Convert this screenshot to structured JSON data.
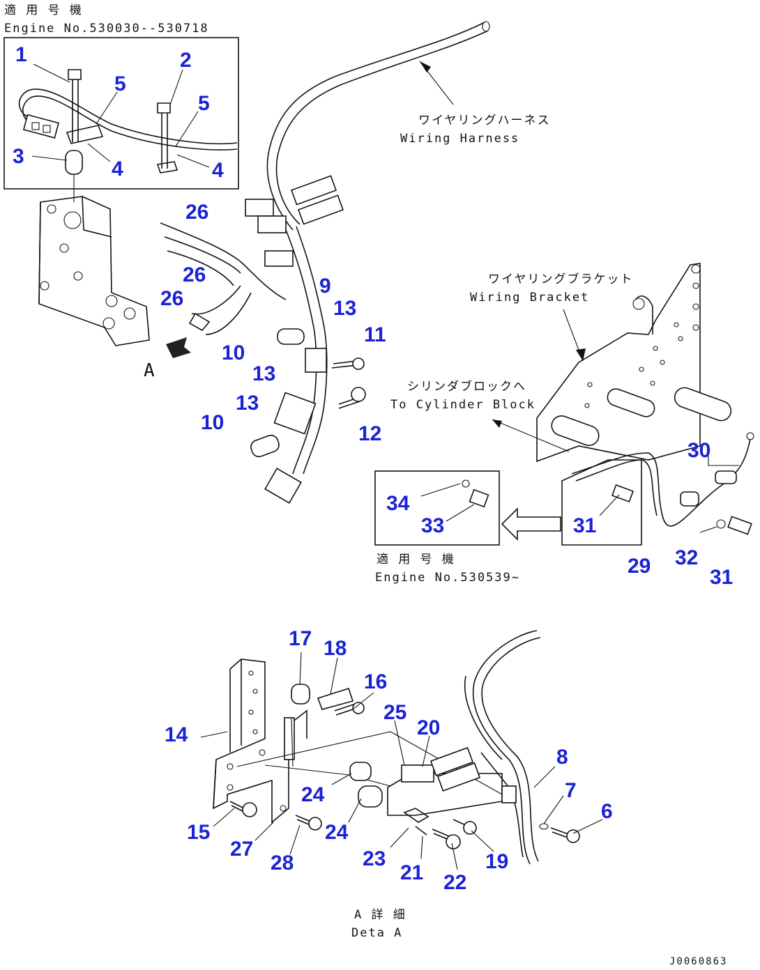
{
  "header": {
    "applicable_jp": "適 用 号 機",
    "engine_range": "Engine No.530030--530718"
  },
  "labels": {
    "harness_jp": "ワイヤリングハーネス",
    "harness_en": "Wiring Harness",
    "bracket_jp": "ワイヤリングブラケット",
    "bracket_en": "Wiring Bracket",
    "cylinder_jp": "シリンダブロックへ",
    "cylinder_en": "To Cylinder Block",
    "view_a": "A",
    "inset_applicable_jp": "適 用 号 機",
    "inset_engine": "Engine No.530539~",
    "detail_jp": "A 詳 細",
    "detail_en": "Deta   A",
    "drawing_id": "J0060863"
  },
  "part_numbers": {
    "p1": "1",
    "p2": "2",
    "p3": "3",
    "p4a": "4",
    "p4b": "4",
    "p5a": "5",
    "p5b": "5",
    "p26a": "26",
    "p26b": "26",
    "p26c": "26",
    "p9": "9",
    "p13a": "13",
    "p13b": "13",
    "p13c": "13",
    "p11": "11",
    "p10a": "10",
    "p10b": "10",
    "p12": "12",
    "p30": "30",
    "p34": "34",
    "p33": "33",
    "p31a": "31",
    "p31b": "31",
    "p29": "29",
    "p32": "32",
    "p17": "17",
    "p18": "18",
    "p16": "16",
    "p25": "25",
    "p20": "20",
    "p14": "14",
    "p8": "8",
    "p7": "7",
    "p6": "6",
    "p24a": "24",
    "p24b": "24",
    "p15": "15",
    "p27": "27",
    "p28": "28",
    "p23": "23",
    "p21": "21",
    "p22": "22",
    "p19": "19"
  }
}
